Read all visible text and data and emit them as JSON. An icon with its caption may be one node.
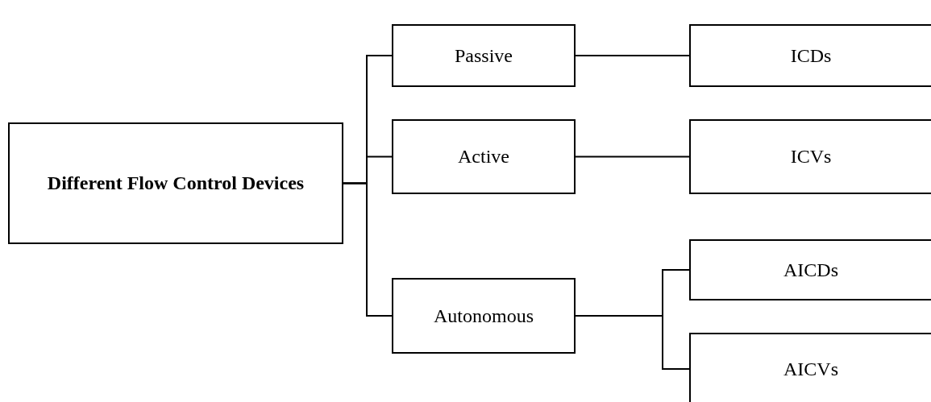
{
  "diagram": {
    "nodes": [
      {
        "text": [
          "Different Flow Control Devices"
        ]
      },
      {
        "text": [
          "Passive"
        ]
      },
      {
        "text": [
          "Active"
        ]
      },
      {
        "text": [
          "Autonomous"
        ]
      },
      {
        "text": [
          "ICDs"
        ]
      },
      {
        "text": [
          "ICVs"
        ]
      },
      {
        "text": [
          "AICDs"
        ]
      },
      {
        "text": [
          "AICVs"
        ]
      }
    ],
    "edges": [
      {
        "from": 0,
        "to": 1,
        "arrow": "none"
      },
      {
        "from": 0,
        "to": 2,
        "arrow": "none"
      },
      {
        "from": 0,
        "to": 3,
        "arrow": "none"
      },
      {
        "from": 1,
        "to": 4,
        "arrow": "none"
      },
      {
        "from": 2,
        "to": 5,
        "arrow": "none"
      },
      {
        "from": 3,
        "to": 6,
        "arrow": "none"
      },
      {
        "from": 3,
        "to": 7,
        "arrow": "none"
      }
    ]
  }
}
